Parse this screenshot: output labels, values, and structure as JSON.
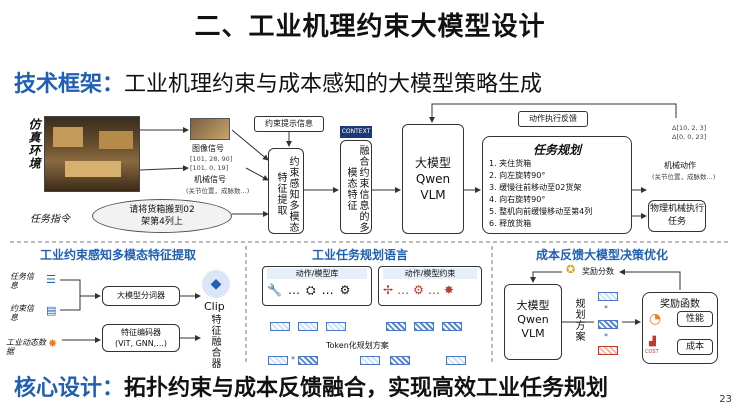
{
  "title": "二、工业机理约束大模型设计",
  "subtitle": {
    "key": "技术框架：",
    "text": "工业机理约束与成本感知的大模型策略生成"
  },
  "bottom": {
    "key": "核心设计：",
    "text": "拓扑约束与成本反馈融合，实现高效工业任务规划"
  },
  "page_number": "23",
  "top": {
    "sim_env": "仿真环境",
    "task_cmd_label": "任务指令",
    "task_cmd_text": "请将货箱搬到02\n架第4列上",
    "image_signal": "图像信号",
    "mech_signal_vals": "[101, 28, 90]\n[101, 0, 19]",
    "mech_signal": "机械信号",
    "mech_signal_note": "(关节位置，成脉数...)",
    "constraint_hint": "约束提示信息",
    "multimodal_extract": "约束感知多模态特征提取",
    "context_badge": "CONTEXT",
    "fusion_info": "融合约束信息的多模态特征",
    "llm_line1": "大模型",
    "llm_line2": "Qwen",
    "llm_line3": "VLM",
    "exec_feedback": "动作执行反馈",
    "plan_title": "任务规划",
    "plan_steps": [
      "1. 夹住货箱",
      "2. 向左旋转90°",
      "3. 缓慢往前移动至02货架",
      "4. 向右旋转90°",
      "5. 整机向前缓慢移动至第4列",
      "6. 释放货箱"
    ],
    "mech_action_vals": "Δ[10, 2, 3]\nΔ[0, 0, 23]",
    "mech_action": "机械动作",
    "mech_action_note": "(关节位置，成脉数...)",
    "robot_exec": "物理机械执行任务"
  },
  "left_section": {
    "title": "工业约束感知多模态特征提取",
    "task_info": "任务信息",
    "constraint_info": "约束信息",
    "industrial_info": "工业动态数据",
    "tokenizer": "大模型分词器",
    "feature_encoder": "特征编码器",
    "feature_encoder_sub": "(ViT, GNN,...)",
    "clip": "Clip",
    "clip_sub": "特征融合器"
  },
  "middle_section": {
    "title": "工业任务规划语言",
    "action_lib": "动作/模型库",
    "action_constraint": "动作/模型约束",
    "token_plan": "Token化规划方案",
    "ellipsis": "…"
  },
  "right_section": {
    "title": "成本反馈大模型决策优化",
    "reward": "奖励分数",
    "llm_line1": "大模型",
    "llm_line2": "Qwen",
    "llm_line3": "VLM",
    "plan": "规划方案",
    "reward_fn": "奖励函数",
    "perf": "性能",
    "cost": "成本",
    "cost_badge": "COST"
  },
  "colors": {
    "accent": "#1f5fb4",
    "text": "#111111",
    "red": "#c0392b"
  }
}
